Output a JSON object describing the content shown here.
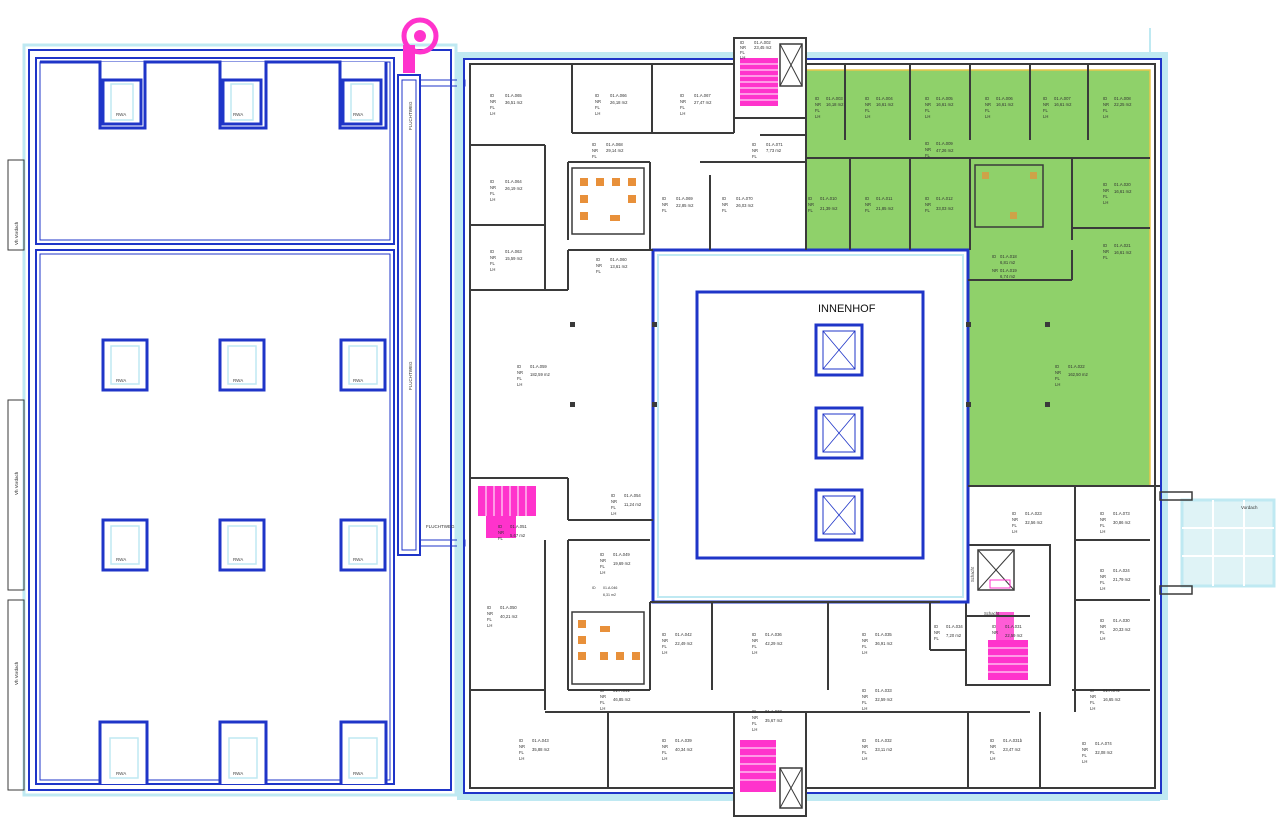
{
  "plan": {
    "courtyard_label": "INNENHOF",
    "rwa_label": "RWA",
    "fluchtweg_label": "FLUCHTWEG",
    "vordach_label": "Vordach",
    "vordach_side_label": "Vh Vordach",
    "schacht_label": "Schacht",
    "field_labels": [
      "ID",
      "NR",
      "FL",
      "LH"
    ],
    "colors": {
      "wall_blue": "#1f35c8",
      "facade_light_blue": "#bfe9f2",
      "wall_grey": "#3a3a3a",
      "stair_magenta": "#ff33cc",
      "highlight_green": "#8fd16a",
      "highlight_border": "#e8c64a",
      "sanitary_orange": "#e8903a"
    },
    "rooms": [
      {
        "id": "01.A.065",
        "area": "36,51 m2"
      },
      {
        "id": "01.A.066",
        "area": "26,18 m2"
      },
      {
        "id": "01.A.067",
        "area": "27,47 m2"
      },
      {
        "id": "01.A.002",
        "area": "23,45 m2"
      },
      {
        "id": "01.A.003",
        "area": "16,18 m2"
      },
      {
        "id": "01.A.004",
        "area": "16,61 m2"
      },
      {
        "id": "01.A.005",
        "area": "16,61 m2"
      },
      {
        "id": "01.A.006",
        "area": "16,61 m2"
      },
      {
        "id": "01.A.007",
        "area": "16,61 m2"
      },
      {
        "id": "01.A.008",
        "area": "22,25 m2"
      },
      {
        "id": "01.A.068",
        "area": "29,14 m2"
      },
      {
        "id": "01.A.071",
        "area": "7,73 m2"
      },
      {
        "id": "01.A.064",
        "area": "26,19 m2"
      },
      {
        "id": "01.A.069",
        "area": "22,85 m2"
      },
      {
        "id": "01.A.070",
        "area": "26,03 m2"
      },
      {
        "id": "01.A.009",
        "area": "47,26 m2"
      },
      {
        "id": "01.A.010",
        "area": "21,39 m2"
      },
      {
        "id": "01.A.011",
        "area": "21,85 m2"
      },
      {
        "id": "01.A.012",
        "area": "33,03 m2"
      },
      {
        "id": "01.A.020",
        "area": "16,61 m2"
      },
      {
        "id": "01.A.063",
        "area": "15,59 m2"
      },
      {
        "id": "01.A.060",
        "area": "13,61 m2"
      },
      {
        "id": "01.A.021",
        "area": "16,61 m2"
      },
      {
        "id": "01.A.018",
        "area": "6,81 m2"
      },
      {
        "id": "01.A.019",
        "area": "6,74 m2"
      },
      {
        "id": "01.A.059",
        "area": "182,59 m2"
      },
      {
        "id": "01.A.022",
        "area": "162,50 m2"
      },
      {
        "id": "01.A.054",
        "area": "11,24 m2"
      },
      {
        "id": "01.A.023",
        "area": "32,56 m2"
      },
      {
        "id": "01.A.073",
        "area": "30,86 m2"
      },
      {
        "id": "01.A.051",
        "area": "5,67 m2"
      },
      {
        "id": "01.A.049",
        "area": "19,69 m2"
      },
      {
        "id": "01.A.024",
        "area": "21,79 m2"
      },
      {
        "id": "01.A.050",
        "area": "40,21 m2"
      },
      {
        "id": "01.A.046",
        "area": "6,31 m2"
      },
      {
        "id": "01.A.042",
        "area": "22,49 m2"
      },
      {
        "id": "01.A.036",
        "area": "42,29 m2"
      },
      {
        "id": "01.A.035",
        "area": "36,91 m2"
      },
      {
        "id": "01.A.034",
        "area": "7,20 m2"
      },
      {
        "id": "01.A.031",
        "area": "22,59 m2"
      },
      {
        "id": "01.A.030",
        "area": "20,33 m2"
      },
      {
        "id": "01.A.041",
        "area": "46,85 m2"
      },
      {
        "id": "01.A.033",
        "area": "32,59 m2"
      },
      {
        "id": "01.A.072",
        "area": "16,65 m2"
      },
      {
        "id": "01.A.037",
        "area": "35,67 m2"
      },
      {
        "id": "01.A.043",
        "area": "35,88 m2"
      },
      {
        "id": "01.A.039",
        "area": "40,34 m2"
      },
      {
        "id": "01.A.032",
        "area": "33,11 m2"
      },
      {
        "id": "01.A.031b",
        "area": "23,47 m2"
      },
      {
        "id": "01.A.074",
        "area": "32,08 m2"
      }
    ]
  }
}
